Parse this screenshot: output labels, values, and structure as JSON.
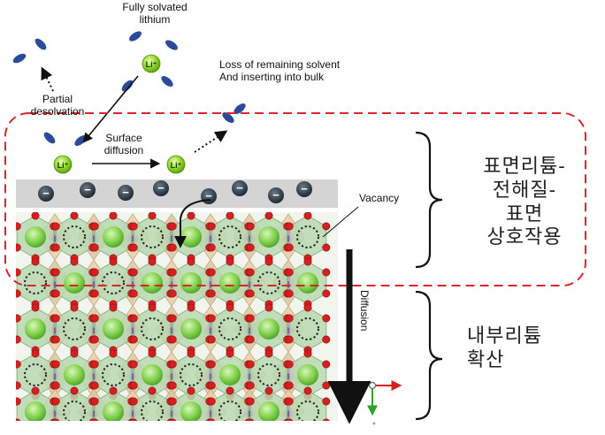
{
  "labels": {
    "fully_solvated_line1": "Fully solvated",
    "fully_solvated_line2": "lithium",
    "loss_line1": "Loss of remaining solvent",
    "loss_line2": "And inserting into bulk",
    "partial_line1": "Partial",
    "partial_line2": "desolvation",
    "surface_line1": "Surface",
    "surface_line2": "diffusion",
    "vacancy": "Vacancy",
    "diffusion": "Diffusion",
    "li_ion": "Li⁺",
    "electron": "−"
  },
  "korean_labels": {
    "surface_interaction": [
      "표면리튬-",
      "전해질-",
      "표면",
      "상호작용"
    ],
    "bulk_diffusion": [
      "내부리튬",
      "확산"
    ]
  },
  "colors": {
    "li_green": "#7ed321",
    "solvent_blue": "#2c4a9a",
    "electron_dark": "#2f3a44",
    "surface_band": "#d4d4d4",
    "dashed_red": "#d9252b",
    "oxygen_red": "#d62020",
    "octahedron_green": "#b9d8b0",
    "tetra_tan": "#e8cfa8",
    "tetra_purple": "#b58fc4",
    "arrow_dark": "#111111"
  }
}
